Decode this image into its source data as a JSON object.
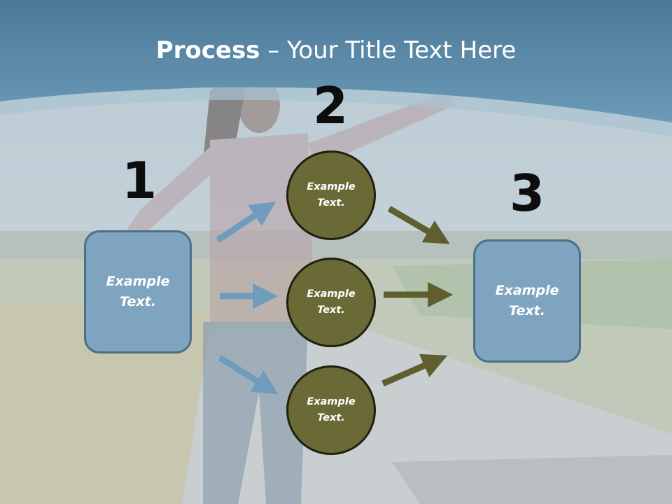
{
  "title": {
    "bold": "Process",
    "rest": " – Your Title Text Here"
  },
  "steps": {
    "one": {
      "number": "1",
      "label": "Example\nText."
    },
    "two": {
      "number": "2",
      "circles": [
        "Example\nText.",
        "Example\nText.",
        "Example\nText."
      ]
    },
    "three": {
      "number": "3",
      "label": "Example\nText."
    }
  },
  "colors": {
    "header_blue": "#5d8eac",
    "box_fill": "#7ea4bf",
    "box_border": "#4d6f86",
    "circle_fill": "#6a6a37",
    "arrow_blue": "#6f9cbd",
    "arrow_olive": "#5e5e2e"
  }
}
